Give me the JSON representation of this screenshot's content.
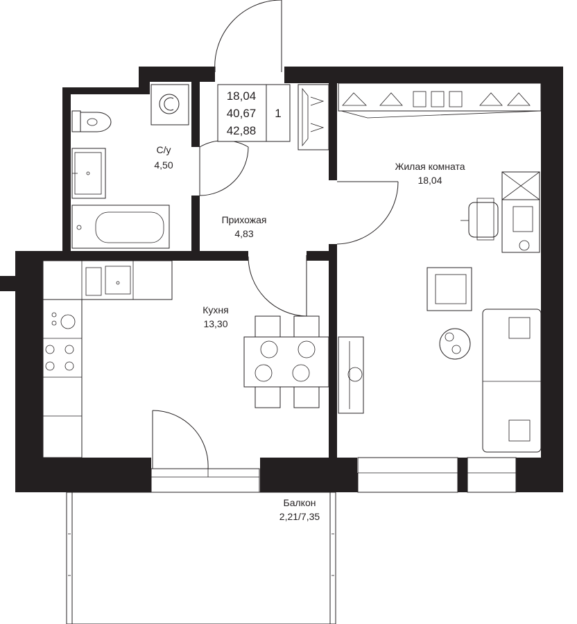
{
  "summary": {
    "living_area": "18,04",
    "total_area": "40,67",
    "total_area_with_balcony": "42,88",
    "rooms_count": "1"
  },
  "rooms": {
    "bathroom": {
      "name": "С/у",
      "area": "4,50"
    },
    "hallway": {
      "name": "Прихожая",
      "area": "4,83"
    },
    "living": {
      "name": "Жилая комната",
      "area": "18,04"
    },
    "kitchen": {
      "name": "Кухня",
      "area": "13,30"
    },
    "balcony": {
      "name": "Балкон",
      "area": "2,21/7,35"
    }
  },
  "colors": {
    "wall": "#231f20",
    "background": "#ffffff"
  }
}
